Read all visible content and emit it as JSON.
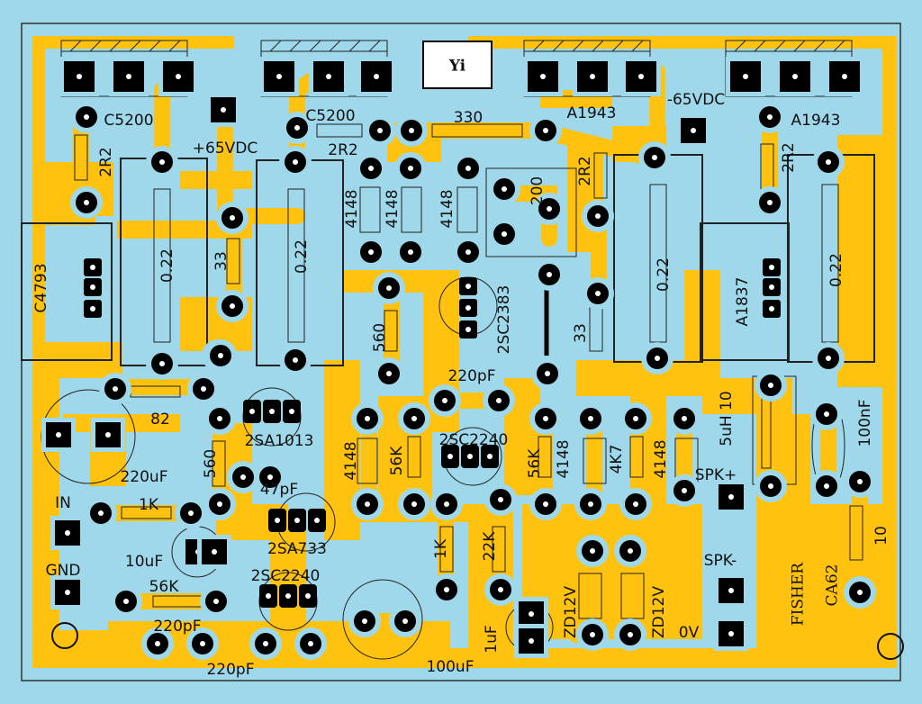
{
  "board": {
    "title": "FISHER CA62",
    "logo": "Yi",
    "colors": {
      "background": "#9fd8ea",
      "copper": "#ffc20e",
      "pad": "#000000",
      "outline": "#111111"
    }
  },
  "labels": {
    "q_c5200_left": "C5200",
    "v_pos": "+65VDC",
    "q_c5200_mid": "C5200",
    "r_2r2_left": "2R2",
    "r_2r2_mid": "2R2",
    "r_330": "330",
    "q_a1943_left": "A1943",
    "v_neg": "-65VDC",
    "q_a1943_right": "A1943",
    "r_2r2_right1": "2R2",
    "r_2r2_right2": "2R2",
    "trim_200": "200",
    "d_4148_a": "4148",
    "d_4148_b": "4148",
    "d_4148_c": "4148",
    "r_022_a": "0.22",
    "r_022_b": "0.22",
    "r_022_c": "0.22",
    "r_022_d": "0.22",
    "r_33_left": "33",
    "r_33_right": "33",
    "q_c4793": "C4793",
    "q_a1837": "A1837",
    "q_2sc2383": "2SC2383",
    "r_560_top": "560",
    "r_560_left": "560",
    "r_82": "82",
    "c_220uf": "220uF",
    "q_2sa1013": "2SA1013",
    "c_47pf": "47pF",
    "q_2sa733": "2SA733",
    "c_220pf_top": "220pF",
    "q_2sc2240_top": "2SC2240",
    "d_4148_d": "4148",
    "r_56k_a": "56K",
    "r_56k_b": "56K",
    "d_4148_e": "4148",
    "r_4k7": "4K7",
    "d_4148_f": "4148",
    "l_5uh": "5uH 10",
    "c_100nf": "100nF",
    "spk_pos": "SPK+",
    "in": "IN",
    "gnd": "GND",
    "r_1k_in": "1K",
    "c_10uf": "10uF",
    "r_56k_c": "56K",
    "q_2sc2240_bottom": "2SC2240",
    "c_220pf_mid": "220pF",
    "c_220pf_bottom": "220pF",
    "r_1k": "1K",
    "r_22k": "22K",
    "c_100uf": "100uF",
    "c_1uf": "1uF",
    "zd_a": "ZD12V",
    "zd_b": "ZD12V",
    "spk_neg": "SPK-",
    "zero_v": "0V",
    "r_10": "10",
    "brand": "FISHER",
    "model": "CA62"
  }
}
